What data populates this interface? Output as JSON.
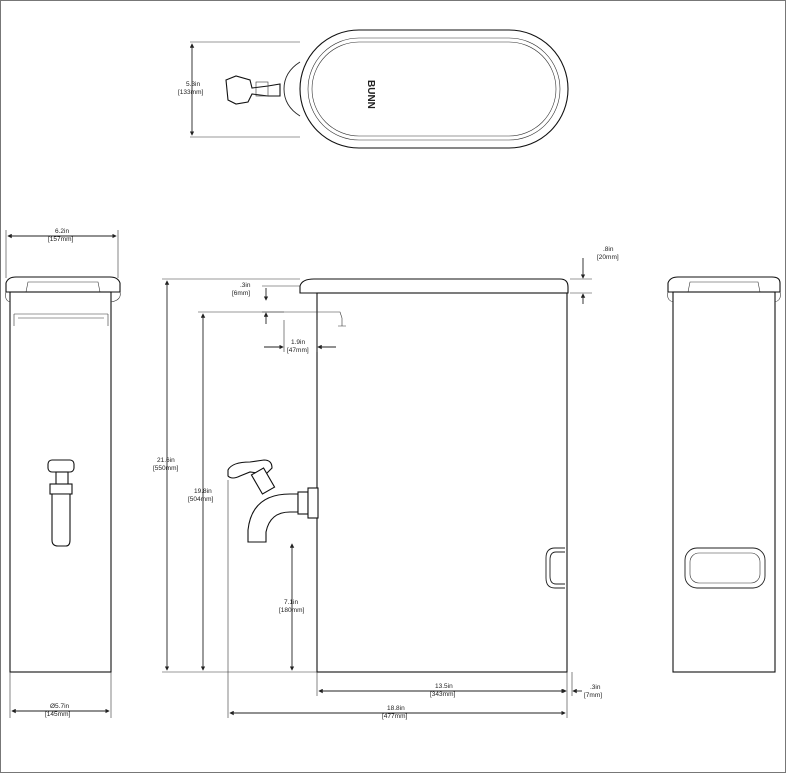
{
  "brand": {
    "logo_text": "BUNN"
  },
  "dimensions": {
    "top_depth_in": "5.3in",
    "top_depth_mm": "[133mm]",
    "side_width_in": "6.2in",
    "side_width_mm": "[157mm]",
    "base_dia_in": "Ø5.7in",
    "base_dia_mm": "[145mm]",
    "total_height_in": "21.6in",
    "total_height_mm": "[550mm]",
    "lid_gap_in": ".3in",
    "lid_gap_mm": "[6mm]",
    "spout_reach_in": "1.9in",
    "spout_reach_mm": "[47mm]",
    "lid_height_in": ".8in",
    "lid_height_mm": "[20mm]",
    "body_height_in": "19.8in",
    "body_height_mm": "[504mm]",
    "faucet_height_in": "7.1in",
    "faucet_height_mm": "[180mm]",
    "body_length_in": "13.5in",
    "body_length_mm": "[343mm]",
    "side_offset_in": ".3in",
    "side_offset_mm": "[7mm]",
    "overall_length_in": "18.8in",
    "overall_length_mm": "[477mm]"
  }
}
